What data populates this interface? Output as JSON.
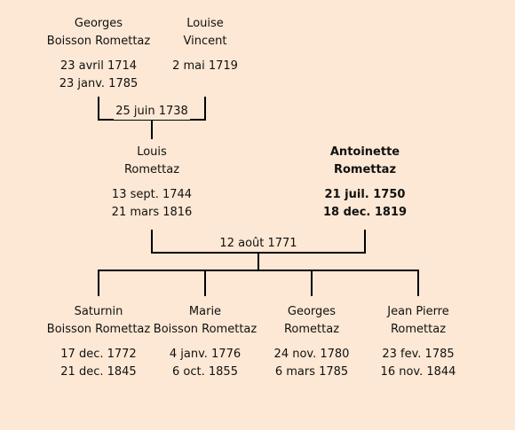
{
  "grandparents": {
    "father": {
      "first": "Georges",
      "last": "Boisson Romettaz",
      "birth": "23 avril 1714",
      "death": "23 janv. 1785"
    },
    "mother": {
      "first": "Louise",
      "last": "Vincent",
      "birth": "2 mai 1719",
      "death": ""
    },
    "marriage_date": "25 juin 1738"
  },
  "parents": {
    "father": {
      "first": "Louis",
      "last": "Romettaz",
      "birth": "13 sept. 1744",
      "death": "21 mars 1816"
    },
    "mother": {
      "first": "Antoinette",
      "last": "Romettaz",
      "birth": "21 juil. 1750",
      "death": "18 dec. 1819"
    },
    "marriage_date": "12 août 1771"
  },
  "children": [
    {
      "first": "Saturnin",
      "last": "Boisson Romettaz",
      "birth": "17 dec. 1772",
      "death": "21 dec. 1845"
    },
    {
      "first": "Marie",
      "last": "Boisson Romettaz",
      "birth": "4 janv. 1776",
      "death": "6 oct. 1855"
    },
    {
      "first": "Georges",
      "last": "Romettaz",
      "birth": "24 nov. 1780",
      "death": "6 mars 1785"
    },
    {
      "first": "Jean Pierre",
      "last": "Romettaz",
      "birth": "23 fev. 1785",
      "death": "16 nov. 1844"
    }
  ],
  "colors": {
    "background": "#fce8d4",
    "line": "#000000",
    "text": "#111111"
  }
}
